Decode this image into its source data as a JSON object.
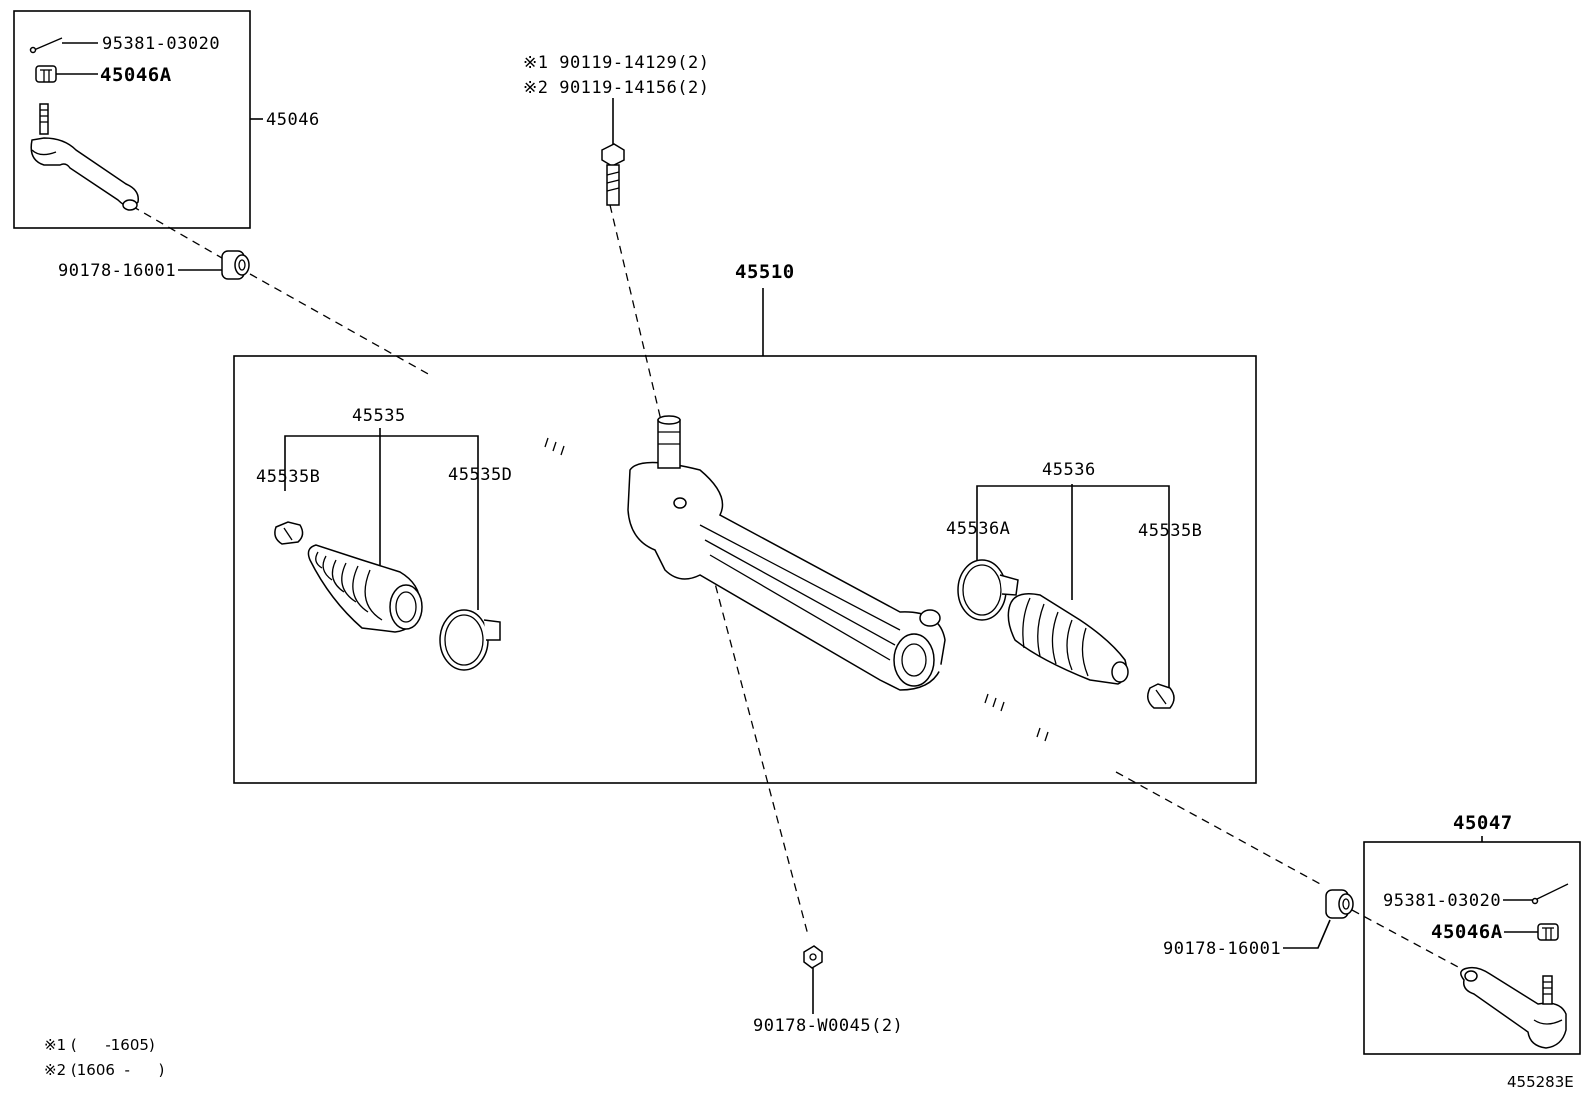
{
  "labels": {
    "cotter_pin_left": "95381-03020",
    "nut_left": "45046A",
    "tie_rod_end_left": "45046",
    "bolt_note1": "※1 90119-14129(2)",
    "bolt_note2": "※2 90119-14156(2)",
    "bushing_left": "90178-16001",
    "gear_assembly": "45510",
    "boot_kit_left": "45535",
    "clip_left": "45535B",
    "clamp_left": "45535D",
    "boot_kit_right": "45536",
    "clamp_right": "45536A",
    "clip_right": "45535B",
    "tie_rod_end_right": "45047",
    "cotter_pin_right": "95381-03020",
    "nut_right": "45046A",
    "bushing_right": "90178-16001",
    "nut_bottom": "90178-W0045(2)"
  },
  "legend": {
    "note1": "※1 (      -1605)",
    "note2": "※2 (1606  -      )"
  },
  "diagram_id": "455283E"
}
